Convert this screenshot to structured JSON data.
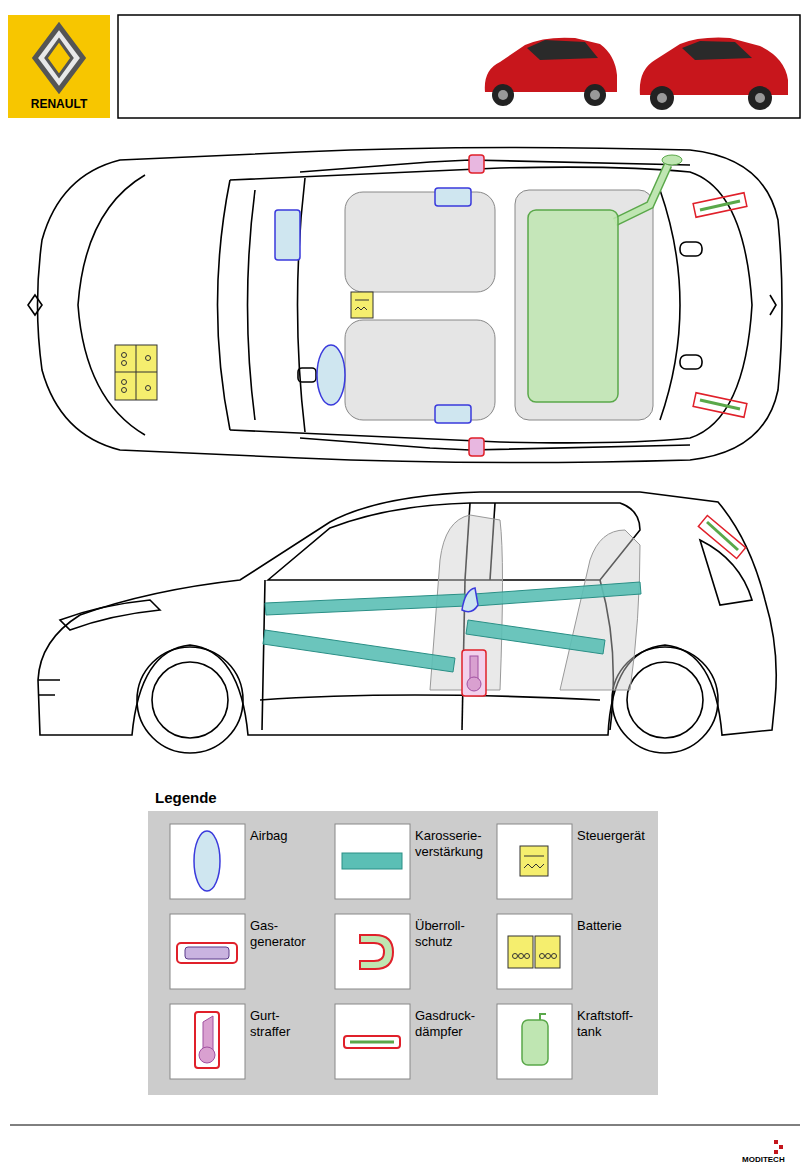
{
  "diagram": {
    "labels": [
      "RENAULT",
      "Legende",
      "MODITECH"
    ],
    "legend": [
      {
        "text": "Airbag"
      },
      {
        "text": "Karosserie- verstärkung"
      },
      {
        "text": "Steuergerät"
      },
      {
        "text": "Gas- generator"
      },
      {
        "text": "Überroll- schutz"
      },
      {
        "text": "Batterie"
      },
      {
        "text": "Gurt- straffer"
      },
      {
        "text": "Gasdruck- dämpfer"
      },
      {
        "text": "Kraftstoff- tank"
      }
    ]
  }
}
